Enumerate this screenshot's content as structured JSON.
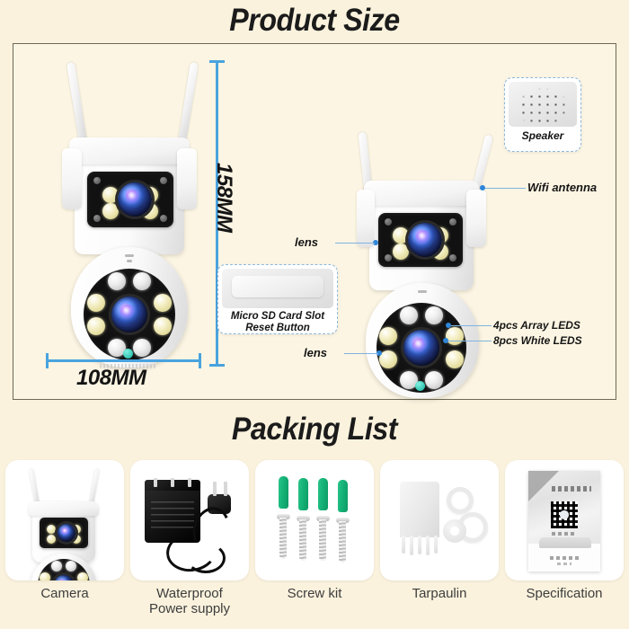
{
  "sections": {
    "product_size": {
      "title": "Product Size",
      "dimensions": {
        "height_label": "158MM",
        "width_label": "108MM"
      },
      "callout_boxes": [
        {
          "id": "sd-card",
          "line1": "Micro SD Card Slot",
          "line2": "Reset Button"
        },
        {
          "id": "speaker",
          "label": "Speaker"
        }
      ],
      "labels": {
        "wifi_antenna": "Wifi antenna",
        "lens_left": "lens",
        "lens_right": "lens",
        "array_leds": "4pcs Array LEDS",
        "white_leds": "8pcs White LEDS"
      }
    },
    "packing_list": {
      "title": "Packing List",
      "items": [
        {
          "id": "camera",
          "label": "Camera"
        },
        {
          "id": "power-supply",
          "label": "Waterproof\nPower supply",
          "line1": "Waterproof",
          "line2": "Power supply"
        },
        {
          "id": "screw-kit",
          "label": "Screw kit"
        },
        {
          "id": "tarpaulin",
          "label": "Tarpaulin"
        },
        {
          "id": "specification",
          "label": "Specification"
        }
      ]
    }
  },
  "colors": {
    "background": "#faf2dd",
    "panel_background": "#fcf5e3",
    "panel_border": "#6d6a56",
    "dimension_blue": "#4aa3de",
    "leader_blue": "#7fb4e0",
    "leader_dot": "#2e86d8",
    "callout_border": "#8fb8d8",
    "text_dark": "#141414",
    "label_grey": "#3d3d3d",
    "anchor_green": "#15b377"
  }
}
